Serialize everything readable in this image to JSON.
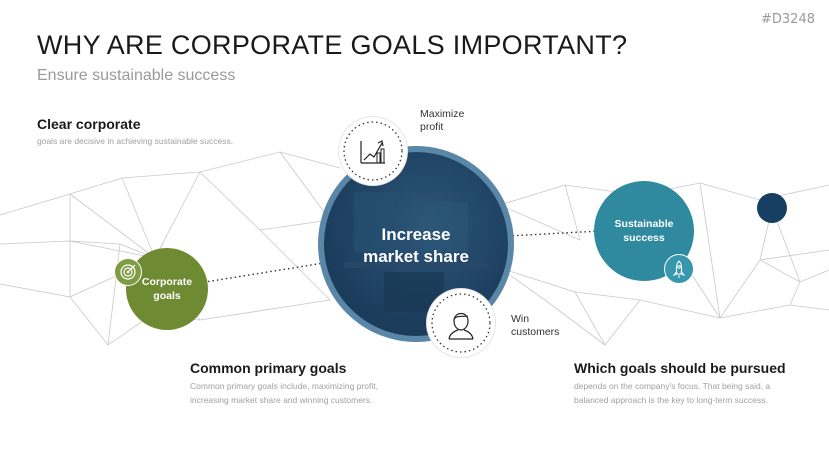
{
  "slide_id": "#D3248",
  "title": "WHY ARE CORPORATE GOALS IMPORTANT?",
  "subtitle": "Ensure sustainable success",
  "sections": {
    "clear": {
      "heading": "Clear corporate",
      "text": "goals are decisive in achieving sustainable success."
    },
    "common": {
      "heading": "Common primary goals",
      "line1": "Common primary goals include, maximizing profit,",
      "line2": "increasing market share and winning customers."
    },
    "which": {
      "heading": "Which goals should be pursued",
      "line1": "depends on the company's focus. That being said, a",
      "line2": "balanced approach is the key to long-term success."
    }
  },
  "nodes": {
    "corporate": {
      "line1": "Corporate",
      "line2": "goals",
      "color": "#6e8b33"
    },
    "center": {
      "line1": "Increase",
      "line2": "market share",
      "color": "#1d4060"
    },
    "sustainable": {
      "line1": "Sustainable",
      "line2": "success",
      "color": "#2f8aa0"
    },
    "small_node_color": "#163f63"
  },
  "icons": {
    "profit": {
      "line1": "Maximize",
      "line2": "profit",
      "icon": "rising-chart-icon"
    },
    "customers": {
      "line1": "Win",
      "line2": "customers",
      "icon": "person-icon"
    },
    "target_icon": "target-icon",
    "rocket_icon": "rocket-icon"
  }
}
